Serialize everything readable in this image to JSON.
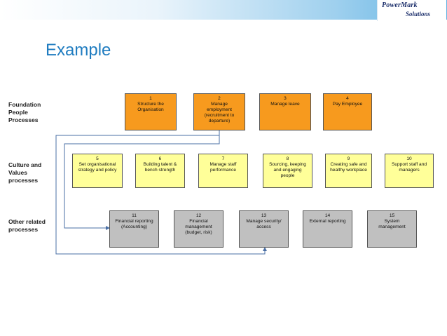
{
  "header": {
    "logo_line1": "PowerMark",
    "logo_line2": "Solutions"
  },
  "title": "Example",
  "rows": {
    "foundation": "Foundation\nPeople\nProcesses",
    "culture": "Culture and\nValues\nprocesses",
    "other": "Other related\nprocesses"
  },
  "boxes": [
    {
      "num": "1",
      "text": "Structure the\nOrganisation",
      "color": "#f79a1e"
    },
    {
      "num": "2",
      "text": "Manage\nemployment\n(recruitment to\ndeparture)",
      "color": "#f79a1e"
    },
    {
      "num": "3",
      "text": "Manage leave",
      "color": "#f79a1e"
    },
    {
      "num": "4",
      "text": "Pay Employee",
      "color": "#f79a1e"
    },
    {
      "num": "5",
      "text": "Set organisational\nstrategy and policy",
      "color": "#ffff99"
    },
    {
      "num": "6",
      "text": "Building talent &\nbench strength",
      "color": "#ffff99"
    },
    {
      "num": "7",
      "text": "Manage staff\nperformance",
      "color": "#ffff99"
    },
    {
      "num": "8",
      "text": "Sourcing, keeping\nand engaging\npeople",
      "color": "#ffff99"
    },
    {
      "num": "9",
      "text": "Creating safe and\nhealthy workplace",
      "color": "#ffff99"
    },
    {
      "num": "10",
      "text": "Support staff and\nmanagers",
      "color": "#ffff99"
    },
    {
      "num": "11",
      "text": "Financial reporting\n(Accounting)",
      "color": "#c0c0c0"
    },
    {
      "num": "12",
      "text": "Financial\nmanagement\n(budget, risk)",
      "color": "#c0c0c0"
    },
    {
      "num": "13",
      "text": "Manage security/\naccess",
      "color": "#c0c0c0"
    },
    {
      "num": "14",
      "text": "External reporting",
      "color": "#c0c0c0"
    },
    {
      "num": "15",
      "text": "System\nmanagement",
      "color": "#c0c0c0"
    }
  ]
}
